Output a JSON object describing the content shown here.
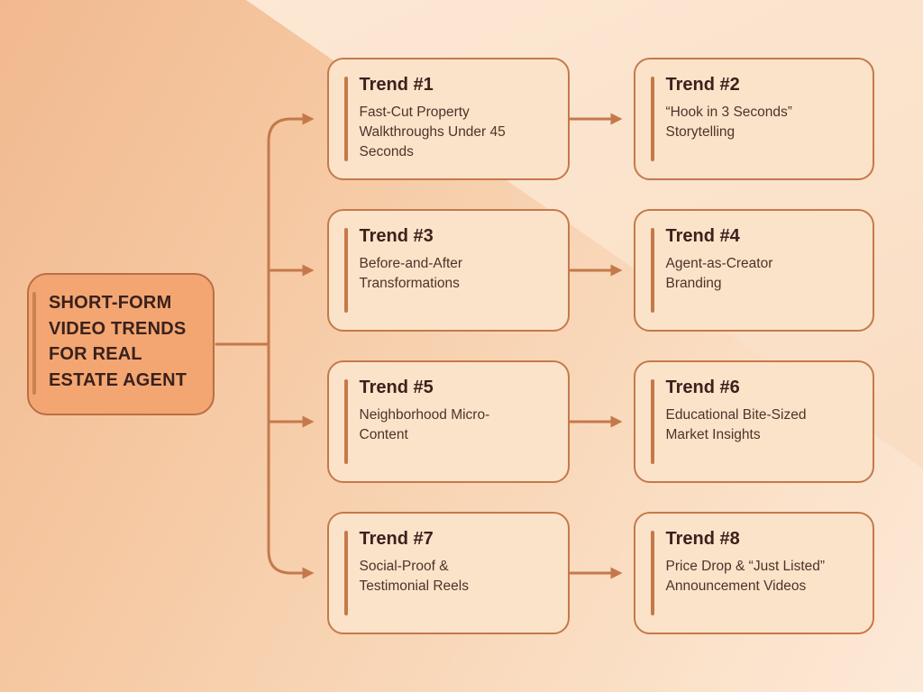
{
  "palette": {
    "connector": "#C5794B",
    "card_background": "#FBE3C9",
    "card_border": "#C5794B",
    "main_background": "#F3A672",
    "main_border": "#B96F45",
    "main_accent_bar": "#C98250",
    "title_text": "#3A211C",
    "body_text": "#4D332B",
    "background_dark_corner": "#F1B98F",
    "background_light_corner": "#FCE9D7"
  },
  "main_node": {
    "title": "SHORT-FORM\nVIDEO TRENDS\nFOR REAL\nESTATE AGENT"
  },
  "trends": [
    {
      "title": "Trend #1",
      "body": "Fast-Cut Property\nWalkthroughs Under 45\nSeconds"
    },
    {
      "title": "Trend #2",
      "body": "“Hook in 3 Seconds”\nStorytelling"
    },
    {
      "title": "Trend #3",
      "body": "Before-and-After\nTransformations"
    },
    {
      "title": "Trend #4",
      "body": "Agent-as-Creator\nBranding"
    },
    {
      "title": "Trend #5",
      "body": "Neighborhood Micro-\nContent"
    },
    {
      "title": "Trend #6",
      "body": "Educational Bite-Sized\nMarket Insights"
    },
    {
      "title": "Trend #7",
      "body": "Social-Proof &\nTestimonial Reels"
    },
    {
      "title": "Trend #8",
      "body": "Price Drop & “Just Listed”\nAnnouncement Videos"
    }
  ]
}
